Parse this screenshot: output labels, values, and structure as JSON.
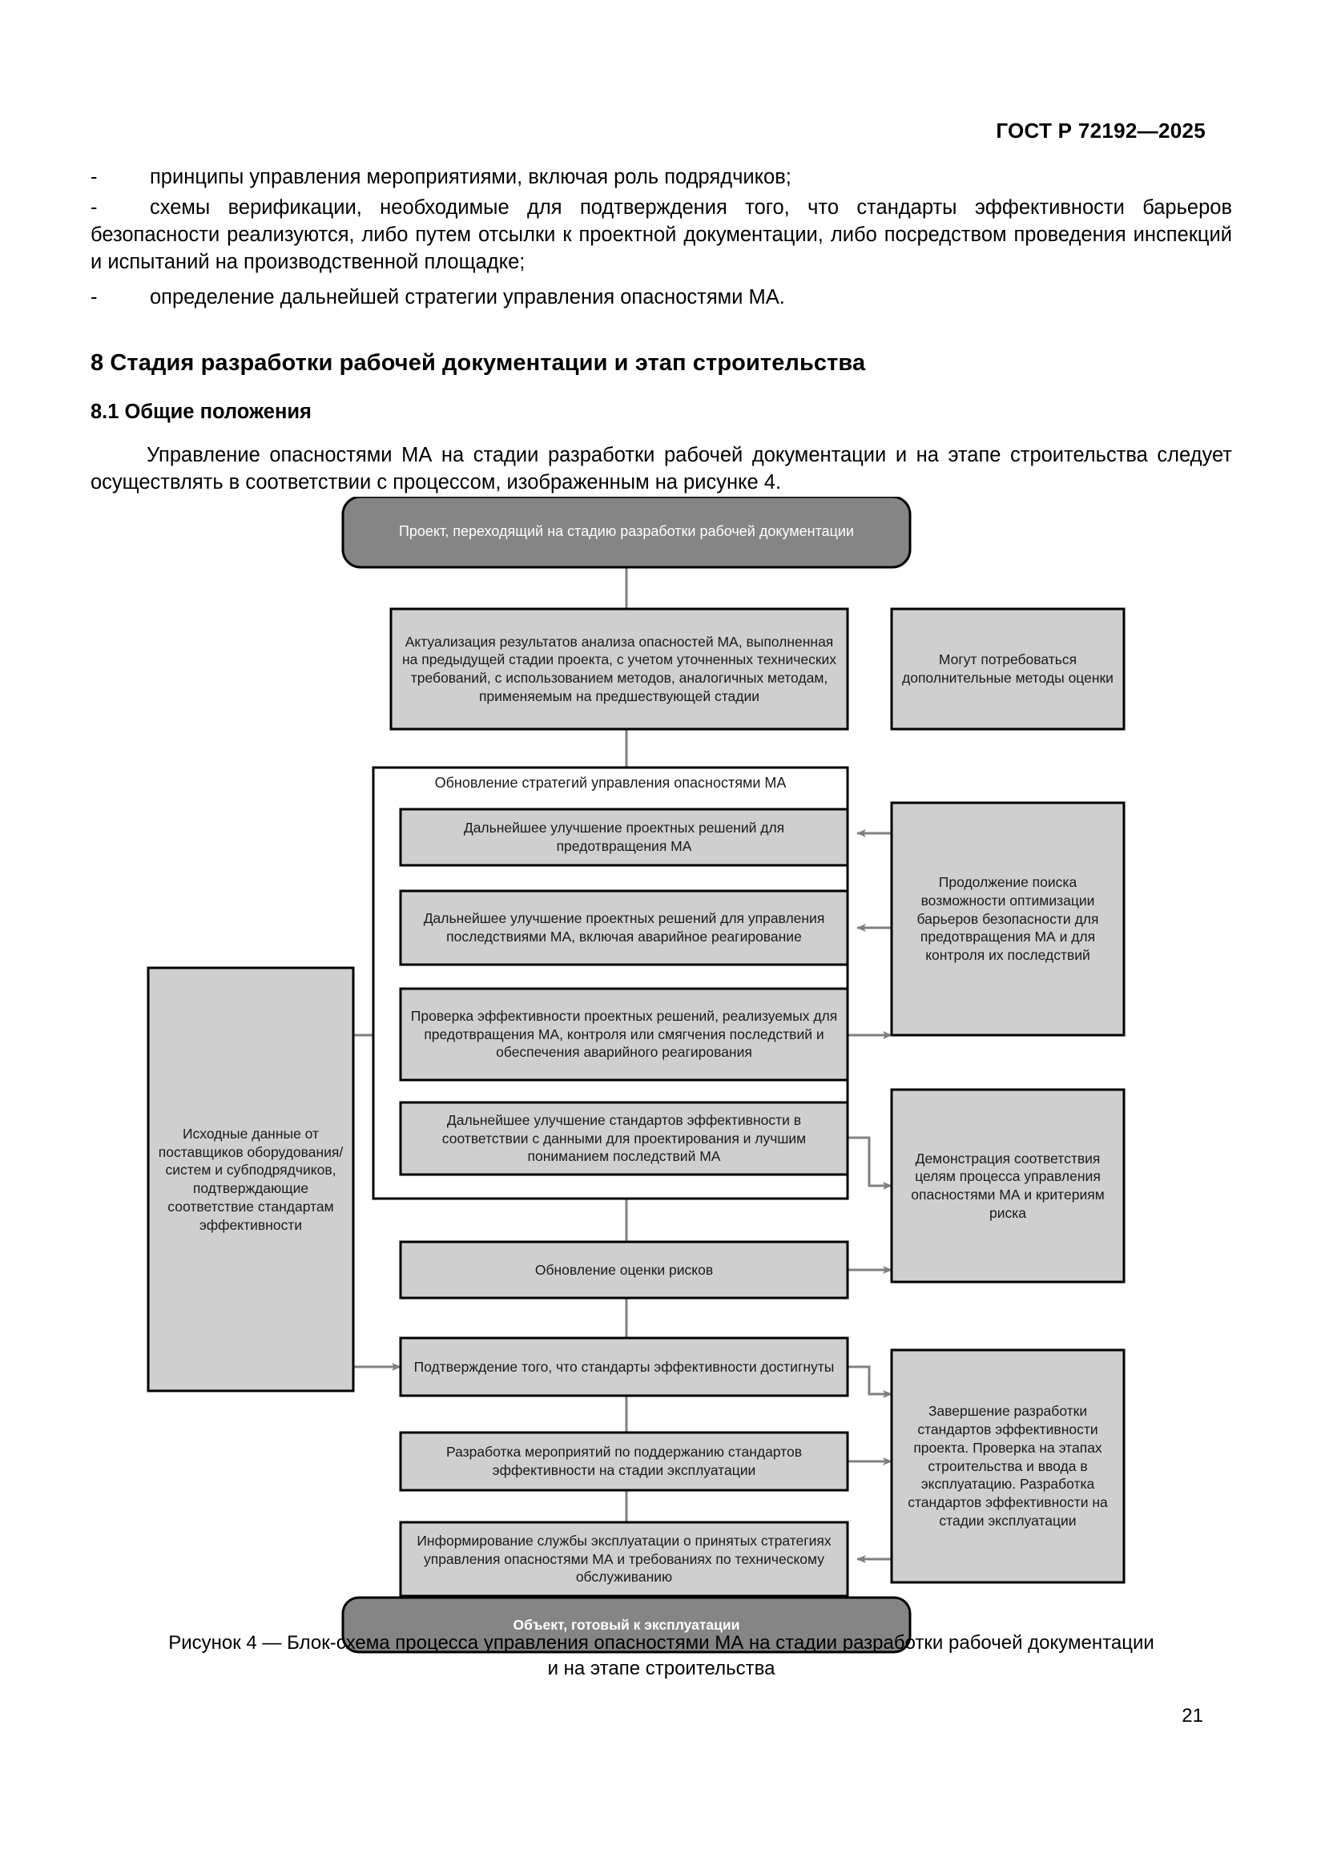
{
  "header": {
    "standard_id": "ГОСТ Р 72192—2025"
  },
  "page_number": "21",
  "body": {
    "bullets": [
      "принципы управления мероприятиями, включая роль подрядчиков;",
      "схемы верификации, необходимые для подтверждения того, что стандарты эффективности барьеров безопасности реализуются, либо путем отсылки к проектной документации, либо посредством проведения инспекций и испытаний на производственной площадке;",
      "определение дальнейшей стратегии управления опасностями МА."
    ],
    "bullet_marker": "-",
    "section_number_title": "8  Стадия разработки рабочей документации и этап строительства",
    "subsection_number_title": "8.1  Общие положения",
    "intro_paragraph": "Управление опасностями МА на стадии разработки рабочей документации и на этапе строительства следует осуществлять в соответствии с процессом, изображенным на рисунке 4."
  },
  "figure": {
    "caption_line1": "Рисунок 4 — Блок-схема процесса управления опасностями МА на стадии разработки рабочей документации",
    "caption_line2": "и  на  этапе строительства",
    "colors": {
      "terminal_fill": "#858585",
      "node_fill": "#cfcfcf",
      "group_fill": "#ffffff",
      "border": "#000000",
      "connector": "#808080",
      "text": "#1a1a1a",
      "terminal_text": "#ffffff"
    },
    "nodes": {
      "start": "Проект, переходящий на стадию разработки рабочей документации",
      "update_analysis": "Актуализация результатов анализа опасностей МА, выполненная на предыдущей стадии проекта, с учетом уточненных технических требований, с использованием методов, аналогичных методам, применяемым на предшествующей стадии",
      "additional_methods": "Могут потребоваться дополнительные методы оценки",
      "group_label": "Обновление стратегий управления опасностями МА",
      "improve_prevention": "Дальнейшее улучшение проектных решений для предотвращения МА",
      "improve_consequences": "Дальнейшее улучшение проектных решений для управления последствиями МА, включая аварийное реагирование",
      "verify_effectiveness": "Проверка эффективности проектных решений, реализуемых для предотвращения МА, контроля или смягчения последствий и обеспечения аварийного реагирования",
      "improve_standards": "Дальнейшее улучшение стандартов эффективности в соответствии с данными для проектирования и лучшим пониманием последствий МА",
      "continue_optimization": "Продолжение поиска возможности оптимизации барьеров безопасности для предотвращения МА и для контроля их последствий",
      "supplier_data": "Исходные данные от поставщиков оборудования/систем и субподрядчиков, подтверждающие соответствие стандартам эффективности",
      "update_risk": "Обновление оценки рисков",
      "demonstrate_compliance": "Демонстрация соответствия целям процесса управления опасностями МА и критериям риска",
      "confirm_standards": "Подтверждение того, что стандарты эффективности достигнуты",
      "develop_measures": "Разработка мероприятий по поддержанию стандартов эффективности на стадии эксплуатации",
      "completion": "Завершение разработки стандартов эффективности проекта. Проверка на этапах строительства и ввода в эксплуатацию. Разработка стандартов эффективности на стадии эксплуатации",
      "inform_operations": "Информирование службы эксплуатации о принятых стратегиях управления опасностями МА и требованиях по техническому обслуживанию",
      "end": "Объект, готовый к эксплуатации"
    }
  }
}
